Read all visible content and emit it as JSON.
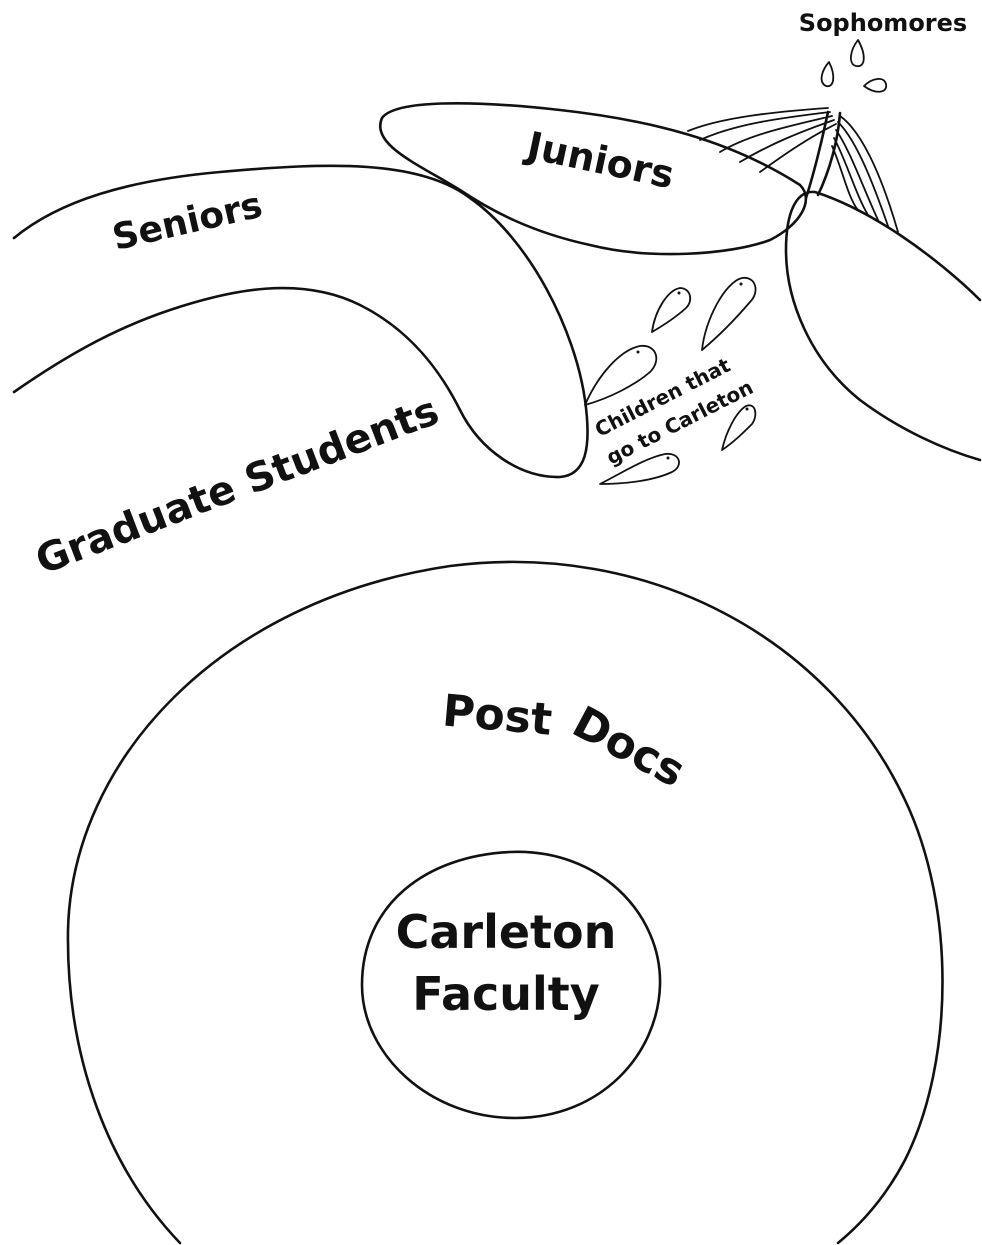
{
  "diagram": {
    "ink_color": "#111111",
    "background_color": "#ffffff",
    "labels": {
      "sophomores": "Sophomores",
      "juniors": "Juniors",
      "seniors": "Seniors",
      "graduate_students": "Graduate Students",
      "children_line1": "Children that",
      "children_line2": "go to Carleton",
      "post_docs_1": "Post",
      "post_docs_2": "Docs",
      "faculty_line1": "Carleton",
      "faculty_line2": "Faculty"
    }
  }
}
